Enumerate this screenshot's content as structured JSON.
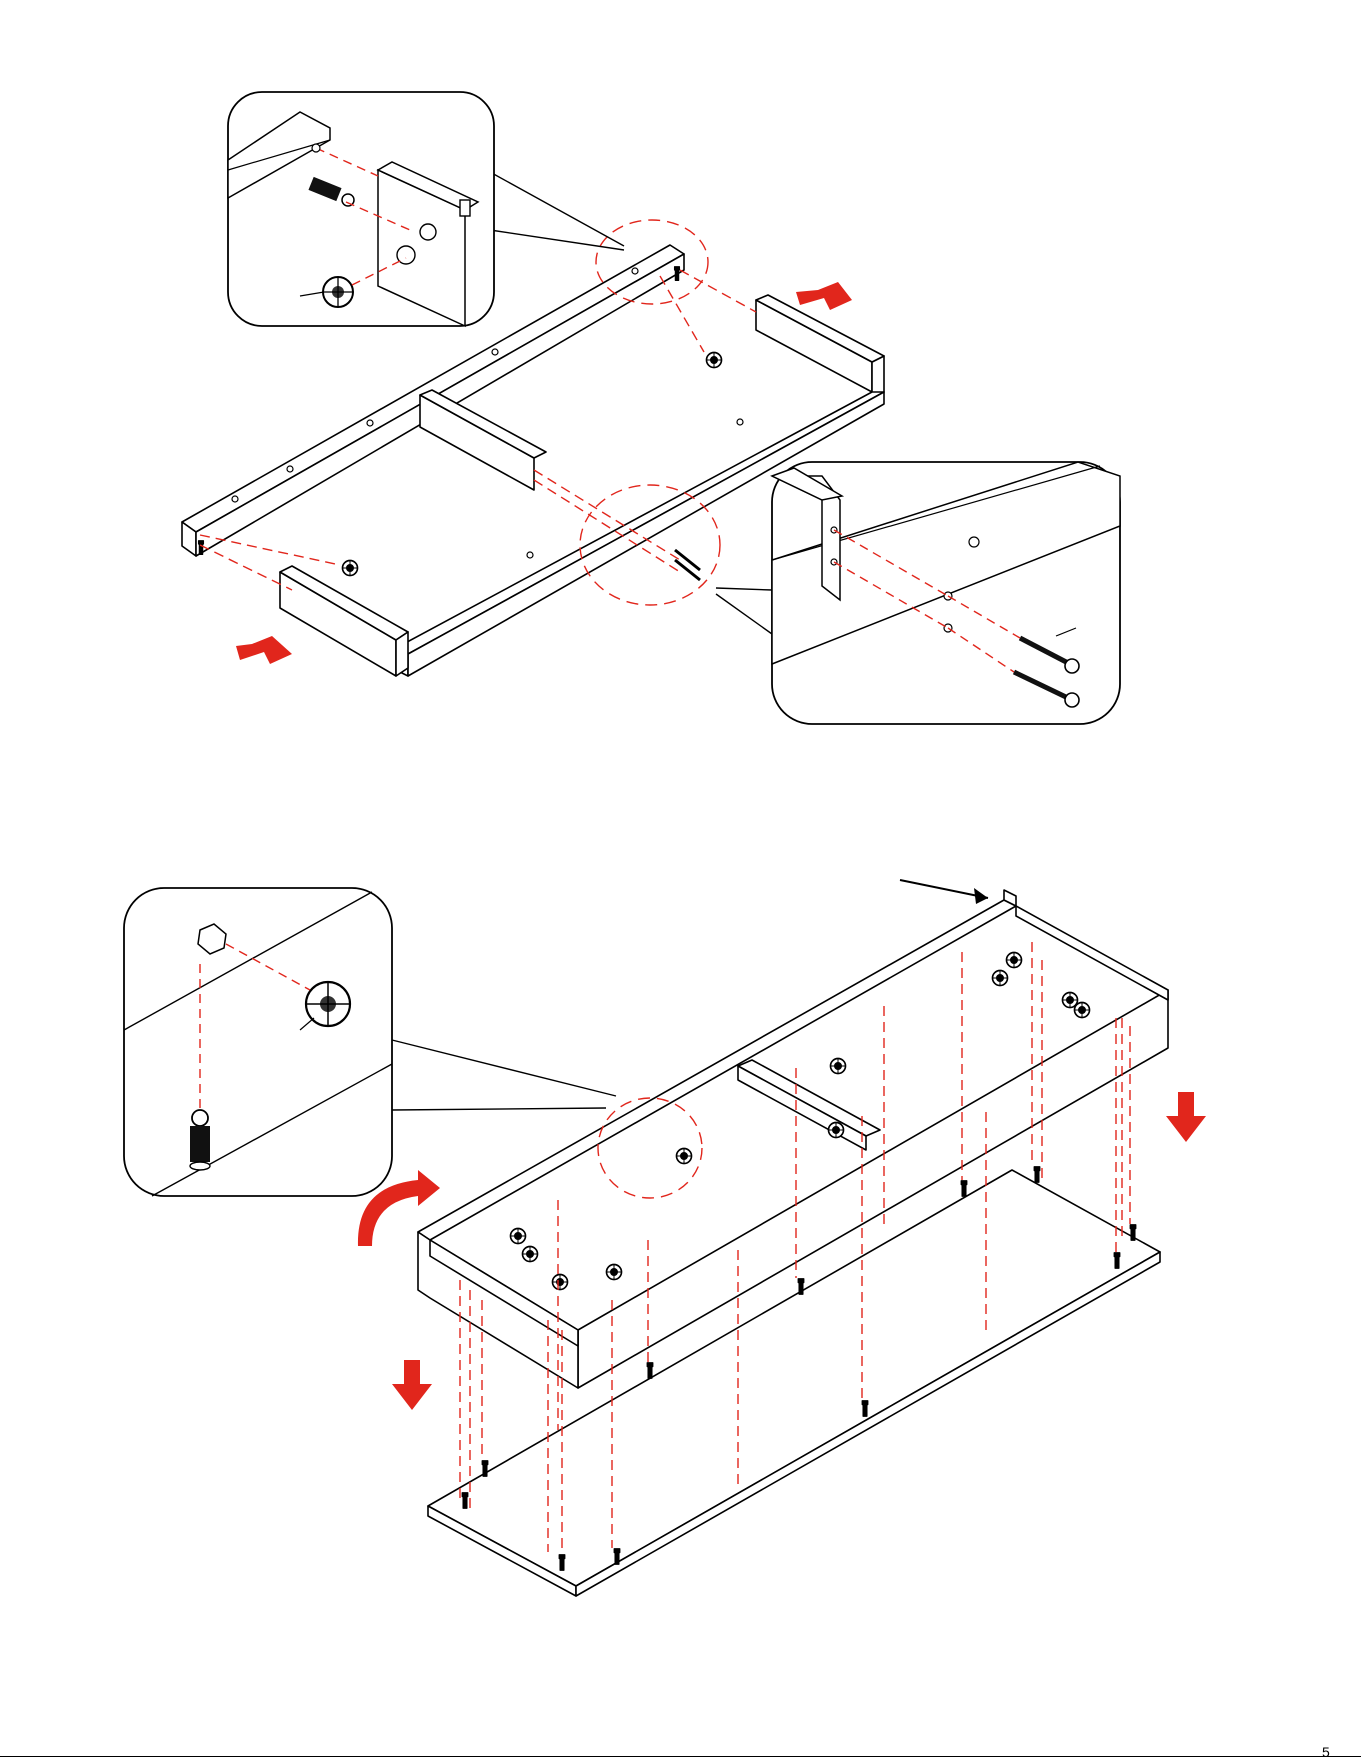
{
  "colors": {
    "line": "#000000",
    "guide": "#e1261c",
    "arrow": "#e1261c",
    "panel": "#ffffff",
    "hardware": "#222222"
  },
  "steps": [
    {
      "name": "step-frame-assembly",
      "arrows": [
        {
          "name": "push-right-arrow",
          "direction": "insert-left"
        },
        {
          "name": "push-left-arrow",
          "direction": "insert-right"
        }
      ],
      "callouts": [
        {
          "name": "cam-bolt-detail",
          "shows": [
            "cam-bolt-icon",
            "cam-lock-icon"
          ]
        },
        {
          "name": "wood-screw-detail",
          "shows": [
            "wood-screw-icon",
            "wood-screw-icon"
          ]
        }
      ]
    },
    {
      "name": "step-base-panel",
      "arrows": [
        {
          "name": "down-arrow-left",
          "direction": "down"
        },
        {
          "name": "down-arrow-right",
          "direction": "down"
        },
        {
          "name": "rotate-cam-arrow",
          "direction": "rotate"
        }
      ],
      "callouts": [
        {
          "name": "cam-lock-detail",
          "shows": [
            "cam-lock-icon",
            "cam-bolt-icon"
          ]
        }
      ]
    }
  ],
  "footer": {
    "page_number": "5"
  }
}
